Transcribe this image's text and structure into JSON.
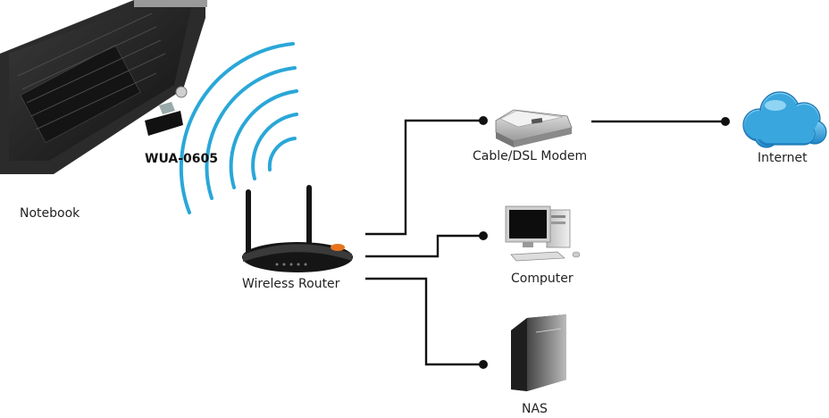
{
  "labels": {
    "adapter": "WUA-0605",
    "notebook": "Notebook",
    "router": "Wireless Router",
    "modem": "Cable/DSL Modem",
    "internet": "Internet",
    "computer": "Computer",
    "nas": "NAS"
  },
  "colors": {
    "wifi_waves": "#2aa7d8",
    "lines": "#111111",
    "cloud": "#3aa6de",
    "router_accent": "#e8731e"
  },
  "icons": [
    "notebook-icon",
    "usb-adapter-icon",
    "wifi-signal-icon",
    "router-icon",
    "modem-icon",
    "cloud-icon",
    "computer-icon",
    "nas-icon"
  ]
}
